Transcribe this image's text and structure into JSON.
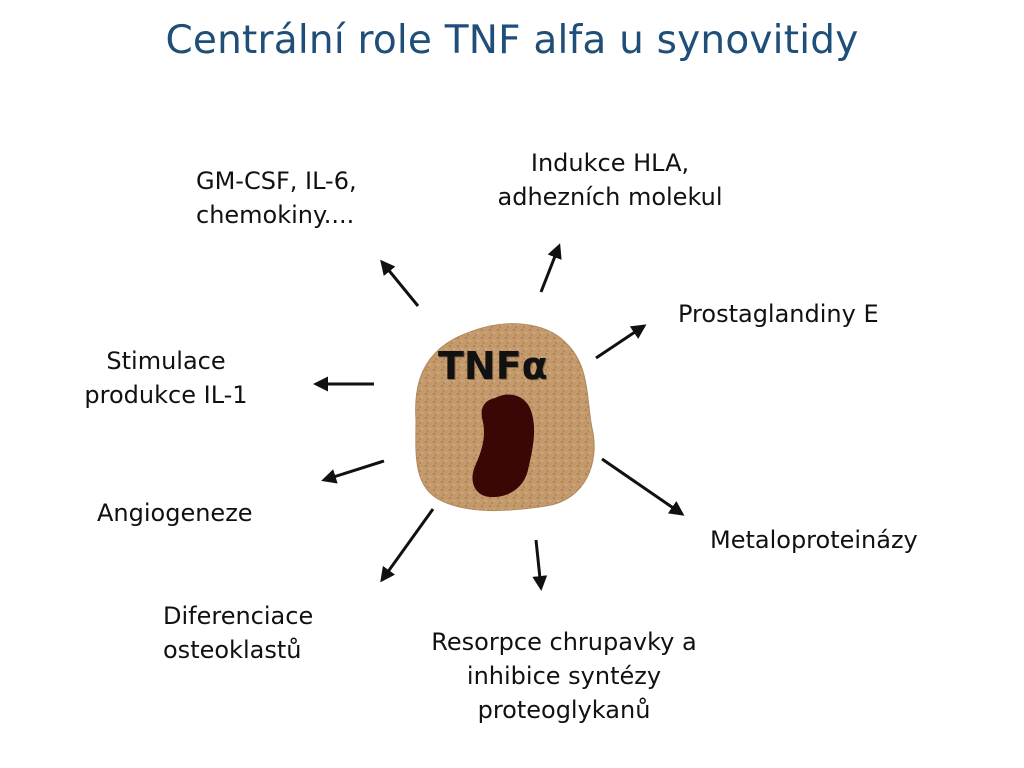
{
  "title": "Centrální role TNF alfa u synovitidy",
  "center_label": "TNFα",
  "labels": {
    "gmcsf": "GM-CSF, IL-6,\nchemokiny....",
    "hla": "Indukce HLA,\nadhezních molekul",
    "prostaglandiny": "Prostaglandiny E",
    "il1": "Stimulace\nprodukce IL-1",
    "angiogeneze": "Angiogeneze",
    "metaloproteinazy": "Metaloproteinázy",
    "osteoklasty": "Diferenciace\nosteoklastů",
    "resorpce": "Resorpce chrupavky a\ninhibice syntézy\nproteoglykanů"
  },
  "colors": {
    "title": "#1f4e79",
    "cell_body": "#c49a6c",
    "nucleus": "#3a0606",
    "arrow": "#111111"
  }
}
